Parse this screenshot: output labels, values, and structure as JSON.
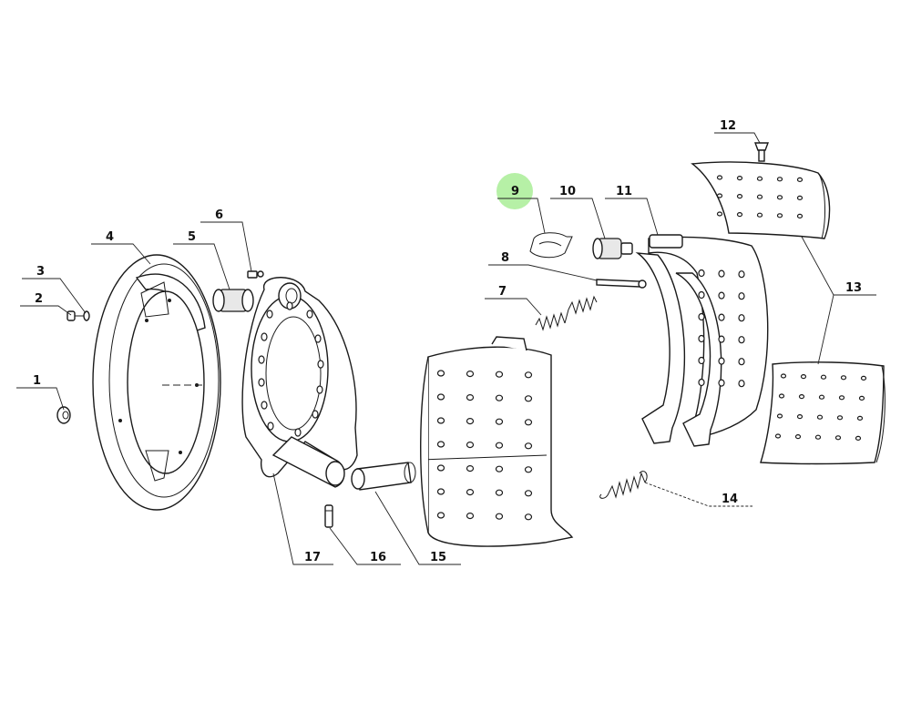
{
  "diagram": {
    "highlight_color": "#b6f0a6",
    "highlighted_callout": "9",
    "callouts": [
      {
        "id": "1",
        "label": "1"
      },
      {
        "id": "2",
        "label": "2"
      },
      {
        "id": "3",
        "label": "3"
      },
      {
        "id": "4",
        "label": "4"
      },
      {
        "id": "5",
        "label": "5"
      },
      {
        "id": "6",
        "label": "6"
      },
      {
        "id": "7",
        "label": "7"
      },
      {
        "id": "8",
        "label": "8"
      },
      {
        "id": "9",
        "label": "9"
      },
      {
        "id": "10",
        "label": "10"
      },
      {
        "id": "11",
        "label": "11"
      },
      {
        "id": "12",
        "label": "12"
      },
      {
        "id": "13",
        "label": "13"
      },
      {
        "id": "14",
        "label": "14"
      },
      {
        "id": "15",
        "label": "15"
      },
      {
        "id": "16",
        "label": "16"
      },
      {
        "id": "17",
        "label": "17"
      }
    ]
  }
}
